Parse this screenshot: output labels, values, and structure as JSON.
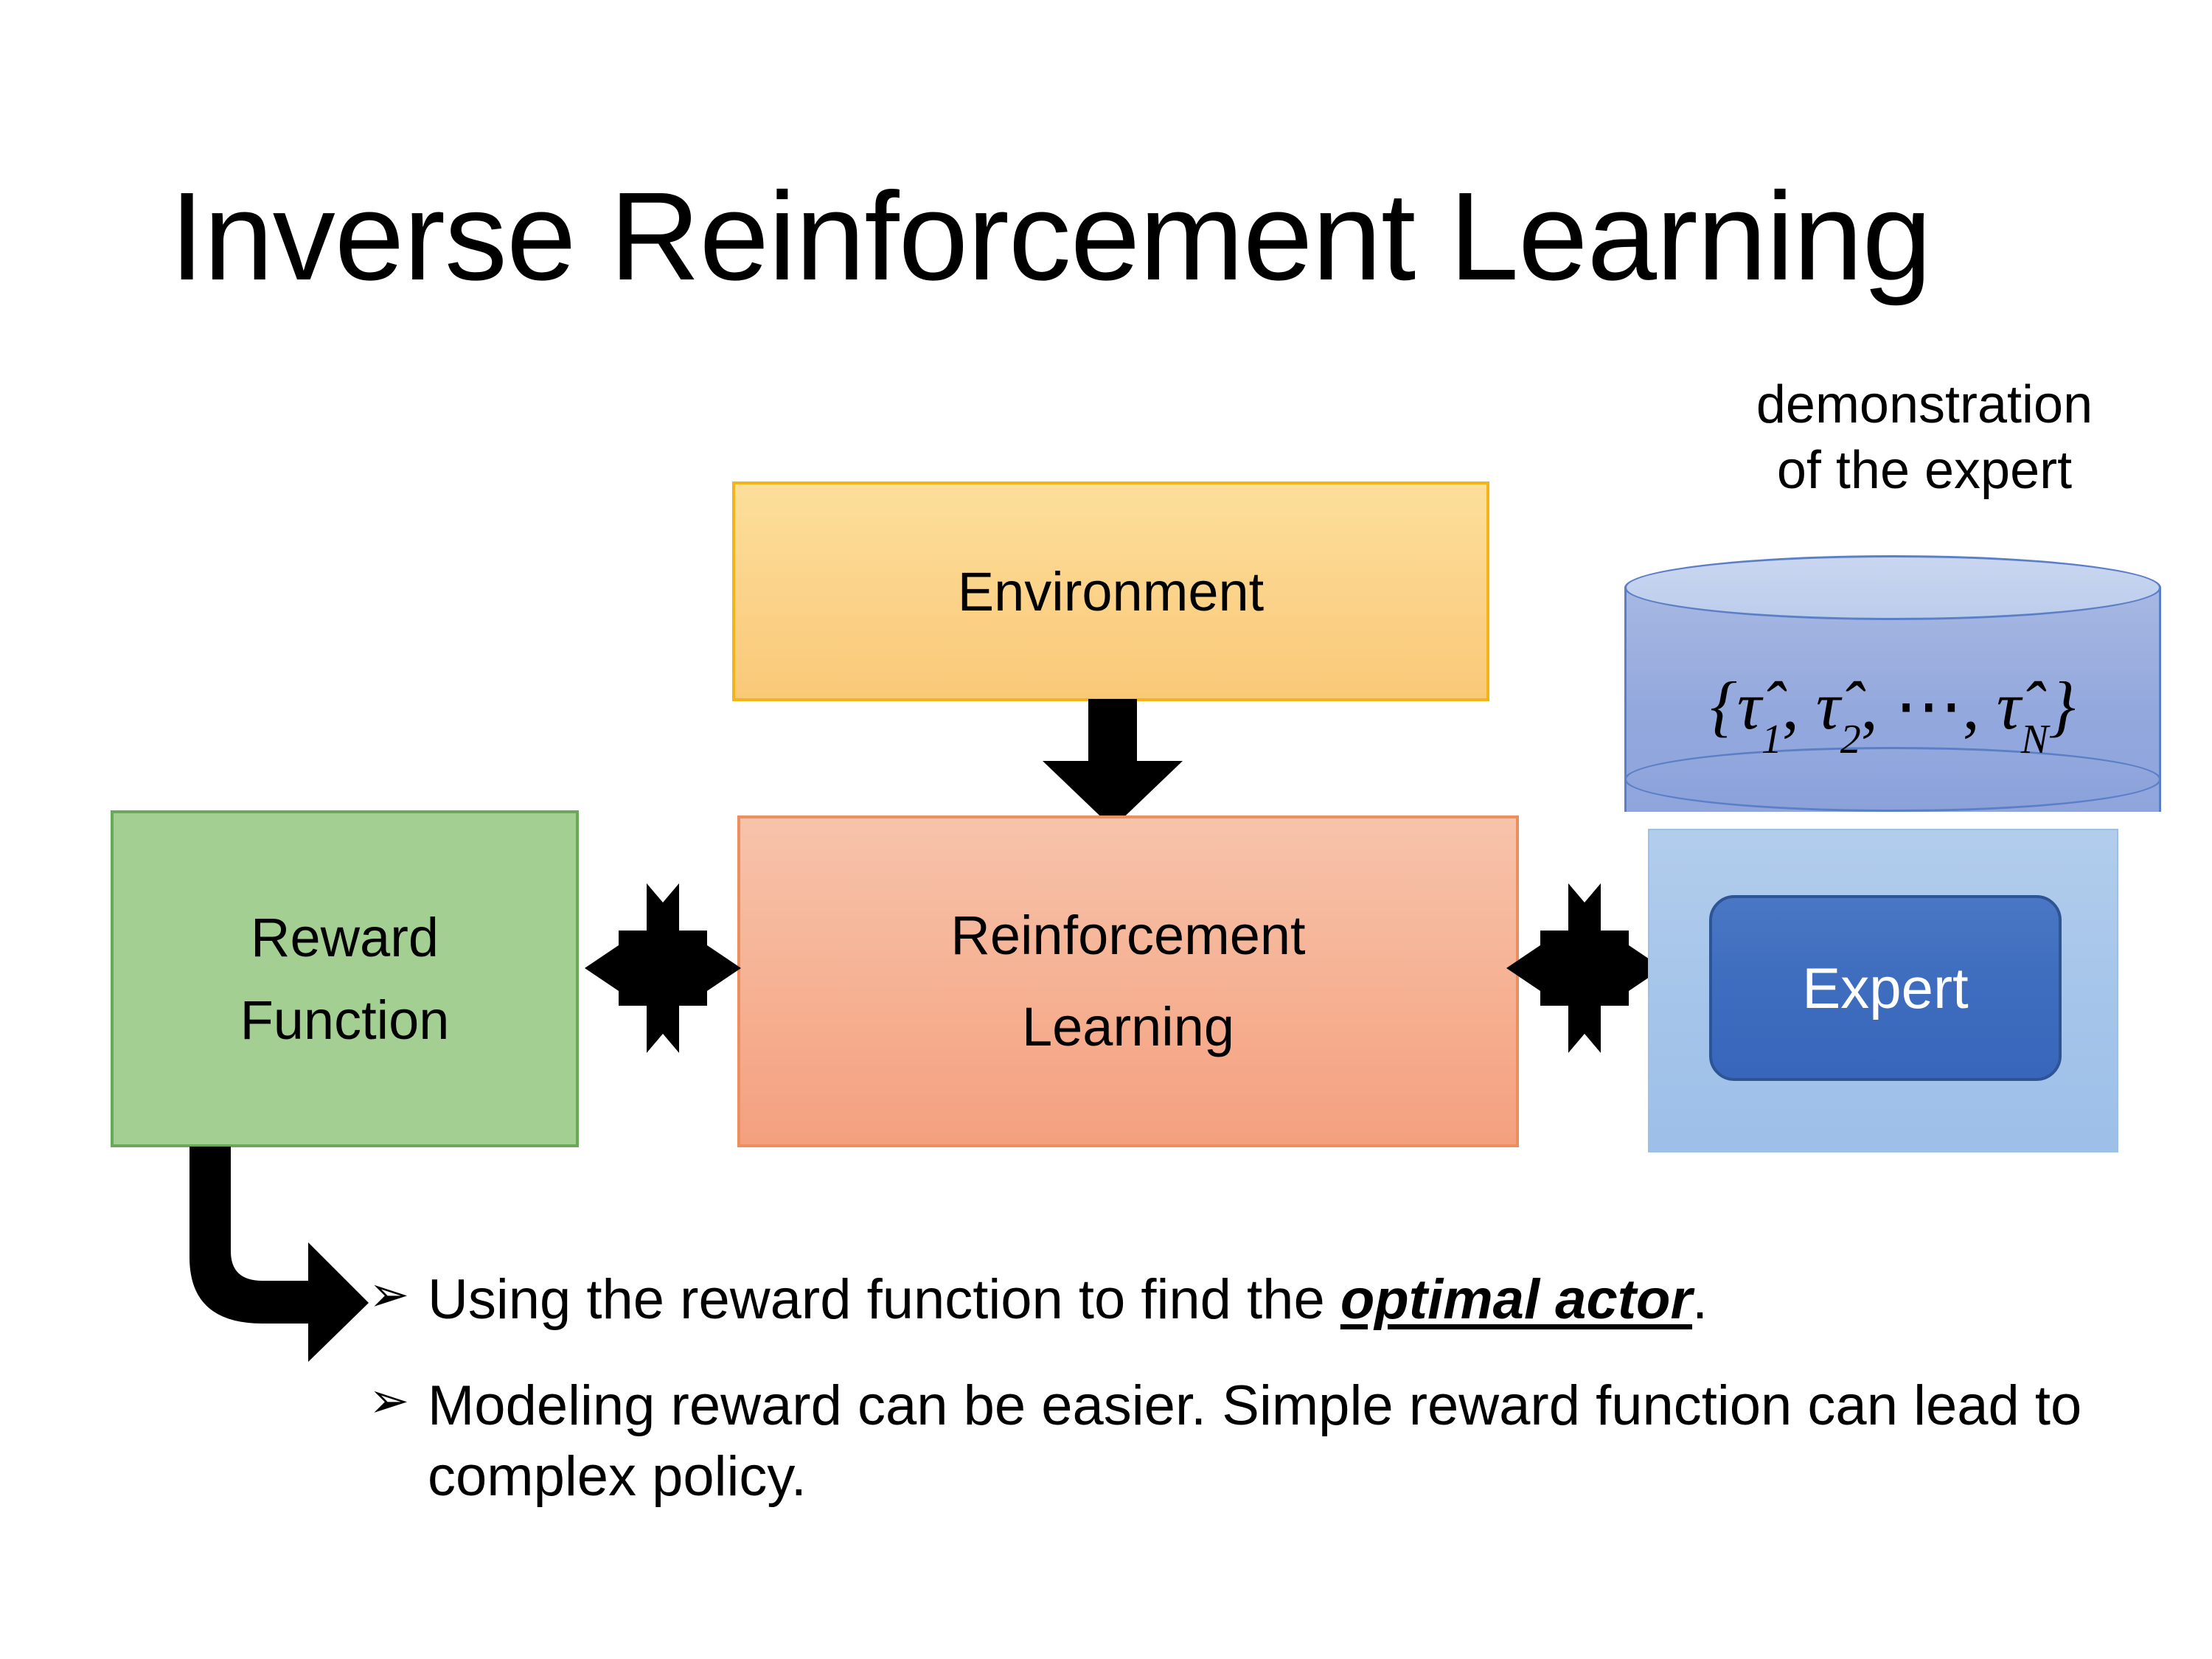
{
  "slide": {
    "title": "Inverse Reinforcement Learning",
    "background_color": "#ffffff"
  },
  "diagram": {
    "environment": {
      "label": "Environment",
      "fill_color": "#fbd288",
      "border_color": "#f2b417"
    },
    "reinforcement_learning": {
      "label_line1": "Reinforcement",
      "label_line2": "Learning",
      "fill_color": "#f6b294",
      "border_color": "#ed8e5f"
    },
    "reward_function": {
      "label_line1": "Reward",
      "label_line2": "Function",
      "fill_color": "#a3cf93",
      "border_color": "#6ba85a"
    },
    "demonstration": {
      "caption_line1": "demonstration",
      "caption_line2": "of the expert",
      "cylinder_formula_open": "{",
      "cylinder_formula": "τ̂1, τ̂2, ⋯, τ̂N",
      "cylinder_formula_close": "}",
      "cylinder_fill_color": "#93a8dd",
      "cylinder_border_color": "#5b7fc7"
    },
    "expert": {
      "label": "Expert",
      "fill_color": "#3e6cbe",
      "border_color": "#2d5596",
      "text_color": "#ffffff",
      "panel_color": "#a6c5ea"
    },
    "connectors": {
      "env_to_rl": "down-arrow",
      "rf_to_rl": "quad-arrow",
      "rl_to_expert": "quad-arrow",
      "rf_to_bullets": "bent-arrow"
    }
  },
  "bullets": [
    {
      "marker": "➢",
      "text_before": "Using the reward function to find the ",
      "emphasis": "optimal actor",
      "text_after": "."
    },
    {
      "marker": "➢",
      "text_before": "Modeling reward can be easier. Simple reward function can lead to complex policy.",
      "emphasis": "",
      "text_after": ""
    }
  ]
}
